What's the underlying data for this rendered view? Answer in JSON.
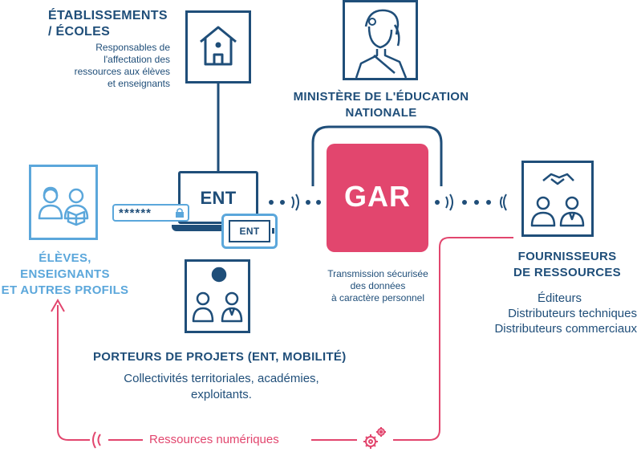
{
  "etablissements": {
    "title_line1": "ÉTABLISSEMENTS",
    "title_line2": "/ ÉCOLES",
    "desc_lines": [
      "Responsables de",
      "l'affectation des",
      "ressources aux élèves",
      "et enseignants"
    ]
  },
  "ministere": {
    "title_line1": "MINISTÈRE DE L'ÉDUCATION",
    "title_line2": "NATIONALE"
  },
  "eleves": {
    "lines": [
      "ÉLÈVES,",
      "ENSEIGNANTS",
      "ET AUTRES PROFILS"
    ]
  },
  "ent": {
    "laptop_label": "ENT",
    "tablet_label": "ENT",
    "password_mask": "******"
  },
  "gar": {
    "label": "GAR",
    "caption_lines": [
      "Transmission sécurisée",
      "des données",
      "à caractère personnel"
    ]
  },
  "fournisseurs": {
    "title_line1": "FOURNISSEURS",
    "title_line2": "DE RESSOURCES",
    "items": [
      "Éditeurs",
      "Distributeurs techniques",
      "Distributeurs commerciaux"
    ]
  },
  "porteurs": {
    "title": "PORTEURS DE PROJETS (ENT, MOBILITÉ)",
    "desc_lines": [
      "Collectivités territoriales, académies,",
      "exploitants."
    ]
  },
  "ressources": {
    "label": "Ressources numériques"
  },
  "colors": {
    "navy": "#1f4e79",
    "light_blue": "#5ba7db",
    "pink": "#e2466e"
  }
}
